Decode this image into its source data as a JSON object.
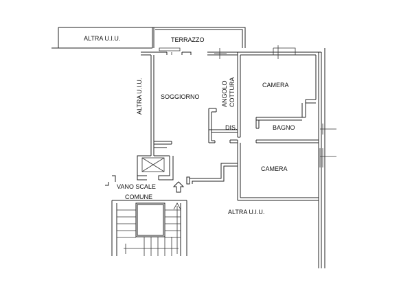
{
  "labels": {
    "other_unit_top": "ALTRA U.I.U.",
    "terrace": "TERRAZZO",
    "other_unit_left": "ALTRA U.I.U.",
    "living_room": "SOGGIORNO",
    "kitchen_corner_1": "ANGOLO",
    "kitchen_corner_2": "COTTURA",
    "bedroom_1": "CAMERA",
    "hallway": "DIS.",
    "bathroom": "BAGNO",
    "bedroom_2": "CAMERA",
    "stairwell_1": "VANO SCALE",
    "stairwell_2": "COMUNE",
    "other_unit_bottom": "ALTRA U.I.U."
  }
}
